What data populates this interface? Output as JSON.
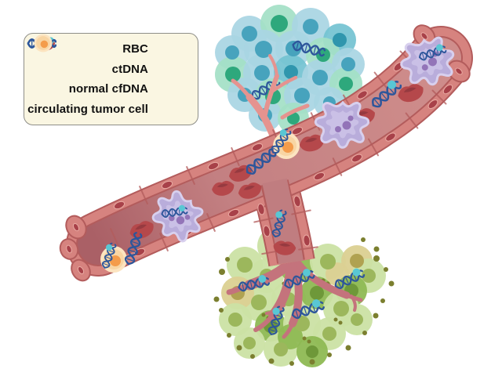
{
  "legend": {
    "items": [
      {
        "label": "RBC",
        "icon": "rbc-icon"
      },
      {
        "label": "ctDNA",
        "icon": "ctdna-icon"
      },
      {
        "label": "normal cfDNA",
        "icon": "cfdna-icon"
      },
      {
        "label": "circulating tumor cell",
        "icon": "ctc-icon"
      }
    ]
  },
  "scene": {
    "entities": [
      "blood-vessel-with-endothelial-wall",
      "vessel-branch-to-tumor",
      "tumor-top-teal-cell-cluster",
      "tumor-bottom-green-cell-cluster",
      "red-blood-cells-in-lumen",
      "immune-like-purple-cells",
      "circulating-tumor-cells",
      "ctDNA-helices-with-teal-dot",
      "normal-cfDNA-helices"
    ]
  },
  "colors": {
    "vessel-wall": "#d6837f",
    "vessel-outline": "#b35c5c",
    "lumen-left": "#aa6066",
    "lumen-mid": "#c38082",
    "lumen-right": "#cf8d8b",
    "branch-lumen": "#c07d80",
    "wall-nucleus": "#a84149",
    "wall-nucleus-rim": "#e9aba3",
    "sprout": "#e5938f",
    "root": "#c4737c",
    "rbc": "#b5484b",
    "rbc-dark": "#963a40",
    "dna": "#2d569b",
    "ctdna-dot": "#59c7d4",
    "purple-cell": "#b9addb",
    "purple-cell-light": "#d8d0ee",
    "purple-dot": "#8d6cb2",
    "ctc-outer": "#fce4c0",
    "ctc-mid": "#f8d5a3",
    "ctc-nucleus": "#f49c4b",
    "teal-cell": "#a9d5e3",
    "teal-nucleus": "#47a3bd",
    "deepteal-cell": "#74c3d2",
    "deepteal-nucleus": "#2f96ad",
    "mint-cell": "#a4e0c6",
    "mint-nucleus": "#2ea87c",
    "green-cell": "#cbe2a4",
    "green-nucleus": "#9cb75c",
    "green2-cell": "#8eb953",
    "green2-nucleus": "#6e9839",
    "khaki-cell": "#dcd093",
    "khaki-nucleus": "#b0a251",
    "tumor-dot": "#7b7f2f",
    "legend-bg": "#faf6e2",
    "legend-border": "#8e8e88",
    "text": "#111111"
  }
}
